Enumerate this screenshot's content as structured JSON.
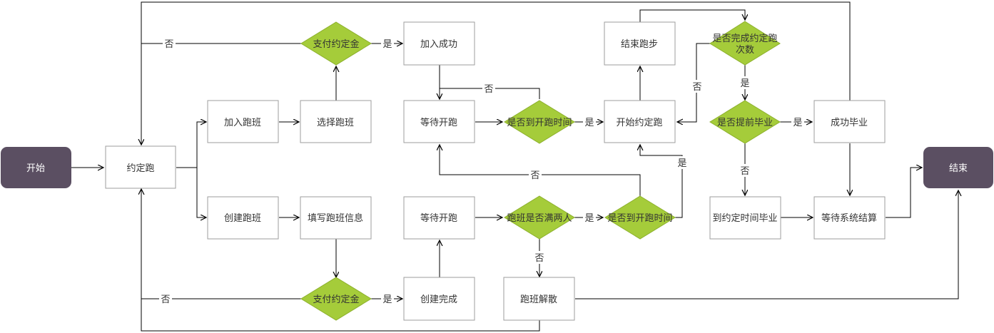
{
  "colors": {
    "terminal_fill": "#5b4f62",
    "decision_fill": "#a5cc3a",
    "process_stroke": "#9e9e9e",
    "line": "#000000"
  },
  "nodes": {
    "start": "开始",
    "end": "结束",
    "appointment_run": "约定跑",
    "join_class": "加入跑班",
    "select_class": "选择跑班",
    "create_class": "创建跑班",
    "fill_class_info": "填写跑班信息",
    "pay_deposit_top": "支付约定金",
    "pay_deposit_bottom": "支付约定金",
    "join_success": "加入成功",
    "create_done": "创建完成",
    "wait_start_top": "等待开跑",
    "wait_start_bottom": "等待开跑",
    "is_run_time_top": "是否到开跑时间",
    "is_run_time_bottom": "是否到开跑时间",
    "class_full": "跑班是否满两人",
    "class_disband": "跑班解散",
    "start_appointment_run": "开始约定跑",
    "end_running": "结束跑步",
    "completed_times_line1": "是否完成约定跑",
    "completed_times_line2": "次数",
    "early_graduate": "是否提前毕业",
    "graduate_success": "成功毕业",
    "graduate_on_time": "到约定时间毕业",
    "wait_settlement": "等待系统结算"
  },
  "edge_labels": {
    "no_pay_top": "否",
    "yes_pay_top": "是",
    "no_runtime_top": "否",
    "yes_runtime_top": "是",
    "no_completed": "否",
    "yes_completed": "是",
    "yes_early": "是",
    "no_early": "否",
    "no_runtime_bottom": "否",
    "yes_runtime_bottom": "是",
    "yes_full": "是",
    "no_full": "否",
    "no_pay_bottom": "否",
    "yes_pay_bottom": "是"
  }
}
